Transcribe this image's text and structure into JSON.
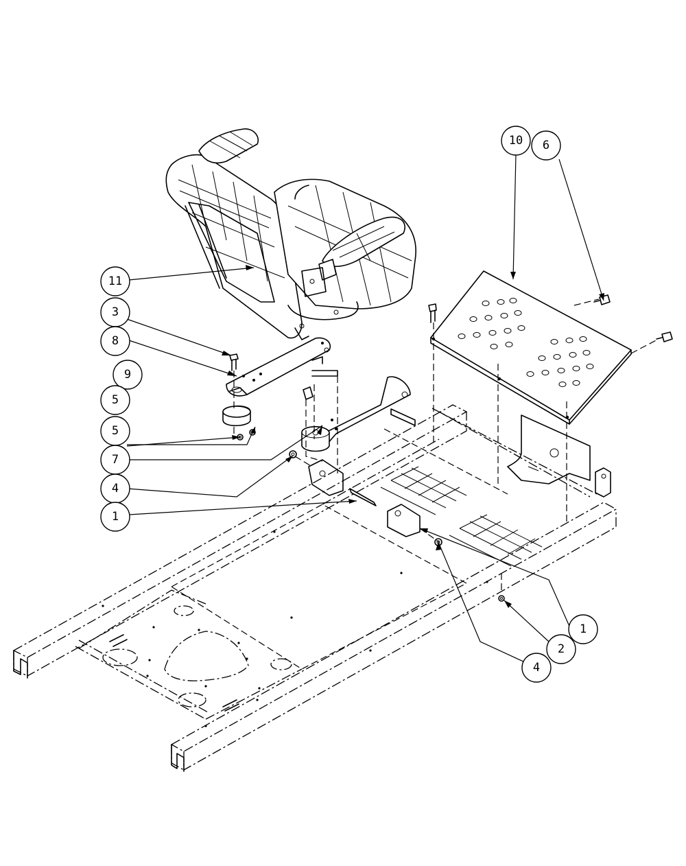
{
  "callouts": [
    {
      "label": "10"
    },
    {
      "label": "6"
    },
    {
      "label": "11"
    },
    {
      "label": "3"
    },
    {
      "label": "8"
    },
    {
      "label": "9"
    },
    {
      "label": "5"
    },
    {
      "label": "5"
    },
    {
      "label": "7"
    },
    {
      "label": "4"
    },
    {
      "label": "1"
    },
    {
      "label": "1"
    },
    {
      "label": "2"
    },
    {
      "label": "4"
    }
  ],
  "colors": {
    "ink": "#000000",
    "paper": "#ffffff"
  }
}
